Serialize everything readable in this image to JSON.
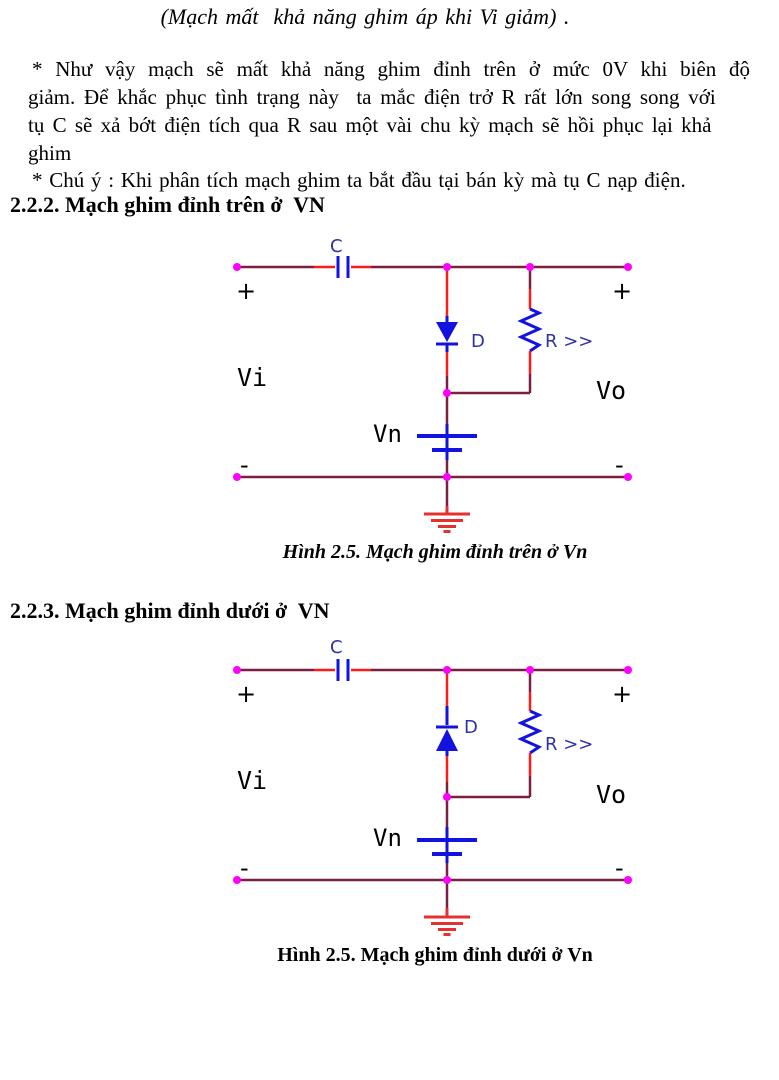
{
  "intro": {
    "subtitle": "(Mạch mất  khả năng ghim áp khi Vi giảm) .",
    "para_line1": "* Như vậy mạch sẽ mất khả năng ghim đỉnh trên ở mức 0V khi biên độ",
    "para_line2": "giảm. Để khắc phục tình trạng này  ta mắc điện trở R rất lớn song song với",
    "para_line3": "tụ C sẽ xả bớt điện tích qua R sau một vài chu kỳ mạch sẽ hồi phục lại khả",
    "para_line4": "ghim",
    "note_line": "* Chú ý : Khi phân tích mạch ghim ta bắt đầu tại bán kỳ mà tụ C nạp điện."
  },
  "sections": {
    "s222_title": "2.2.2. Mạch ghim đỉnh trên ở  VN",
    "s223_title": "2.2.3. Mạch ghim đỉnh dưới ở  VN"
  },
  "fig1": {
    "caption": "Hình 2.5. Mạch ghim đỉnh trên ở Vn",
    "labels": {
      "capacitor": "C",
      "diode": "D",
      "resistor": "R >>",
      "input": "Vi",
      "output": "Vo",
      "battery": "Vn",
      "plus_left": "+",
      "plus_right": "+",
      "minus_left": "-",
      "minus_right": "-"
    }
  },
  "fig2": {
    "caption": "Hình 2.5. Mạch ghim đỉnh dưới ở Vn",
    "labels": {
      "capacitor": "C",
      "diode": "D",
      "resistor": "R >>",
      "input": "Vi",
      "output": "Vo",
      "battery": "Vn",
      "plus_left": "+",
      "plus_right": "+",
      "minus_left": "-",
      "minus_right": "-"
    }
  },
  "colors": {
    "wire_maroon": "#7B1F42",
    "lead_red": "#FF1A1A",
    "component_blue": "#1313DF",
    "label_blue": "#3131A6",
    "node_magenta": "#FF00FF",
    "ground_red": "#E63030",
    "text_black": "#000000"
  }
}
